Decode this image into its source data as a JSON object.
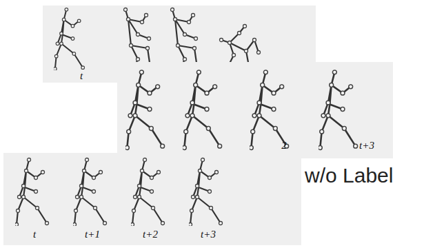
{
  "diagram": {
    "labels": [
      "t",
      "2",
      "t+3",
      "t",
      "t+1",
      "t+2",
      "t+3",
      "w/o Label"
    ]
  }
}
